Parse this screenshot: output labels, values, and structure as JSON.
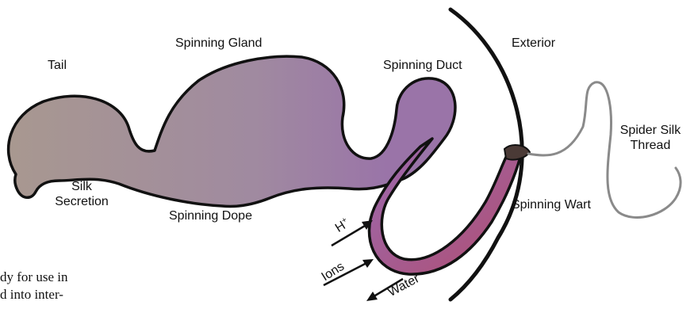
{
  "labels": {
    "tail": "Tail",
    "spinning_gland": "Spinning Gland",
    "spinning_duct": "Spinning Duct",
    "exterior": "Exterior",
    "silk_secretion_line1": "Silk",
    "silk_secretion_line2": "Secretion",
    "spinning_dope": "Spinning Dope",
    "spinning_wart": "Spinning Wart",
    "spider_silk_line1": "Spider Silk",
    "spider_silk_line2": "Thread",
    "h_plus_base": "H",
    "h_plus_sup": "+",
    "ions": "Ions",
    "water": "Water"
  },
  "background_text": {
    "line1": "dy for use in",
    "line2": "d into inter-"
  },
  "colors": {
    "gland_start": "#a89890",
    "gland_mid": "#a08aa0",
    "gland_purple": "#9a74a8",
    "duct_end": "#b05070",
    "outline": "#111111",
    "thread": "#8a8a8a",
    "wart": "#4a3a36"
  }
}
